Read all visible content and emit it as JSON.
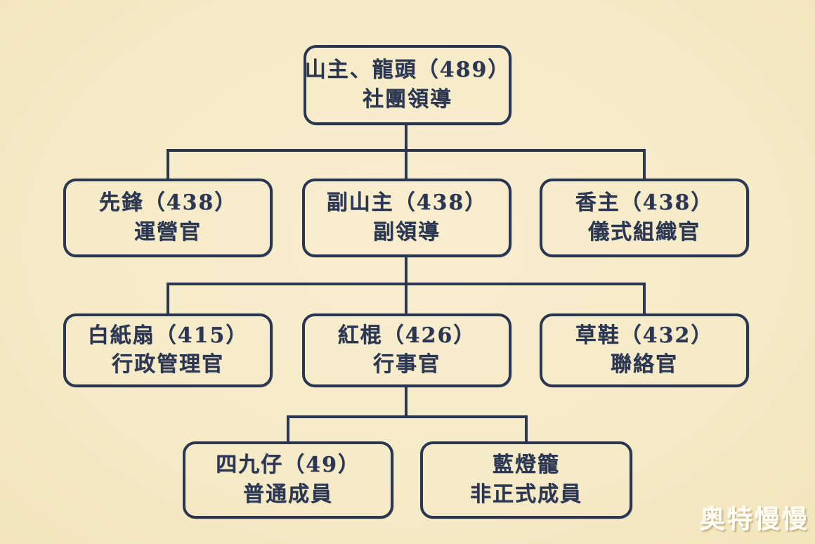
{
  "diagram": {
    "type": "org-chart",
    "subject": "triad-society-hierarchy",
    "colors": {
      "background": "#f6ebc8",
      "ink": "#2b3752",
      "watermark": "#fffdf4"
    },
    "nodes": [
      {
        "id": "mountain-master",
        "rank_code": "489",
        "title": "山主、龍頭（489）",
        "subtitle": "社團領導",
        "level": 1
      },
      {
        "id": "vanguard",
        "rank_code": "438",
        "title": "先鋒（438）",
        "subtitle": "運營官",
        "level": 2
      },
      {
        "id": "deputy",
        "rank_code": "438",
        "title": "副山主（438）",
        "subtitle": "副領導",
        "level": 2
      },
      {
        "id": "incense-master",
        "rank_code": "438",
        "title": "香主（438）",
        "subtitle": "儀式組織官",
        "level": 2
      },
      {
        "id": "white-paper-fan",
        "rank_code": "415",
        "title": "白紙扇（415）",
        "subtitle": "行政管理官",
        "level": 3
      },
      {
        "id": "red-pole",
        "rank_code": "426",
        "title": "紅棍（426）",
        "subtitle": "行事官",
        "level": 3
      },
      {
        "id": "straw-sandal",
        "rank_code": "432",
        "title": "草鞋（432）",
        "subtitle": "聯絡官",
        "level": 3
      },
      {
        "id": "forty-niner",
        "rank_code": "49",
        "title": "四九仔（49）",
        "subtitle": "普通成員",
        "level": 4
      },
      {
        "id": "blue-lantern",
        "rank_code": "",
        "title": "藍燈籠",
        "subtitle": "非正式成員",
        "level": 4
      }
    ],
    "edges": [
      {
        "from": "mountain-master",
        "to": [
          "vanguard",
          "deputy",
          "incense-master"
        ]
      },
      {
        "from": "deputy",
        "to": [
          "white-paper-fan",
          "red-pole",
          "straw-sandal"
        ]
      },
      {
        "from": "red-pole",
        "to": [
          "forty-niner",
          "blue-lantern"
        ]
      }
    ],
    "watermark": "奥特慢慢"
  }
}
